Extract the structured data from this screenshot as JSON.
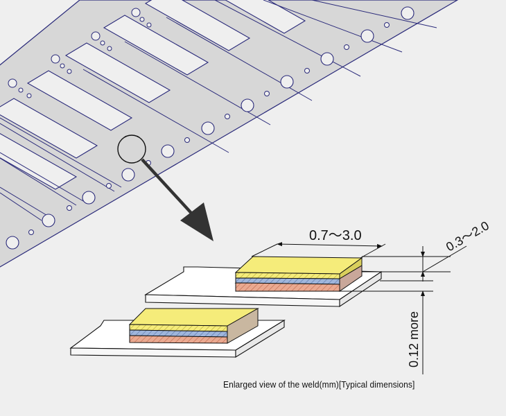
{
  "dimensions": {
    "width_range": "0.7～3.0",
    "thickness_range": "0.3～2.0",
    "base_thickness": "0.12 more"
  },
  "caption": "Enlarged view of the weld(mm)[Typical dimensions]",
  "colors": {
    "background": "#efefef",
    "strip_fill": "#d7d7d7",
    "strip_stroke": "#2a2a7a",
    "top_layer": "#f5ec7a",
    "middle_layer": "#9fb6dc",
    "bottom_layer": "#eaa990",
    "arrow": "#333333"
  },
  "icons": {
    "magnifier_circle": "circle-highlight-icon",
    "pointer_arrow": "arrow-down-right-icon"
  }
}
